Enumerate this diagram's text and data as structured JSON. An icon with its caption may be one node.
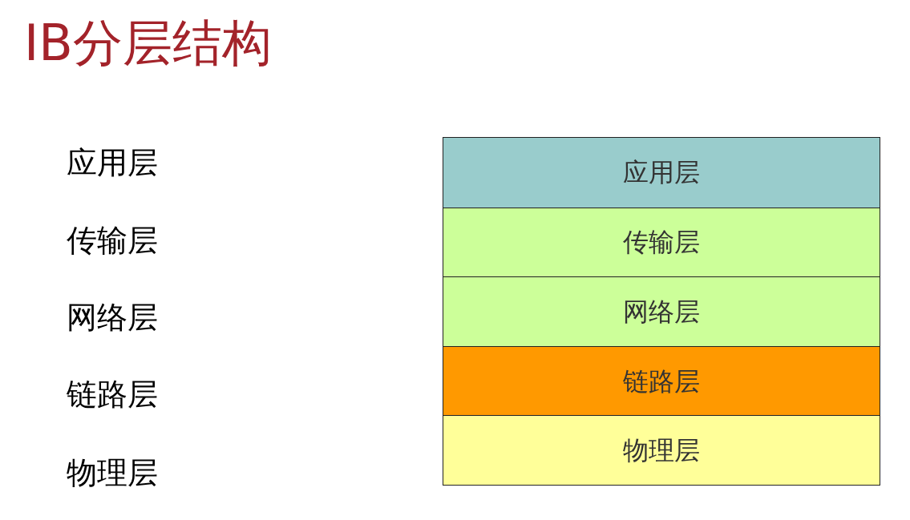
{
  "diagram": {
    "title": "IB分层结构",
    "nodes": [
      {
        "text": [
          "应用层"
        ]
      },
      {
        "text": [
          "传输层"
        ]
      },
      {
        "text": [
          "网络层"
        ]
      },
      {
        "text": [
          "链路层"
        ]
      },
      {
        "text": [
          "物理层"
        ]
      }
    ],
    "labels": [
      "应用层",
      "传输层",
      "网络层",
      "链路层",
      "物理层"
    ]
  }
}
